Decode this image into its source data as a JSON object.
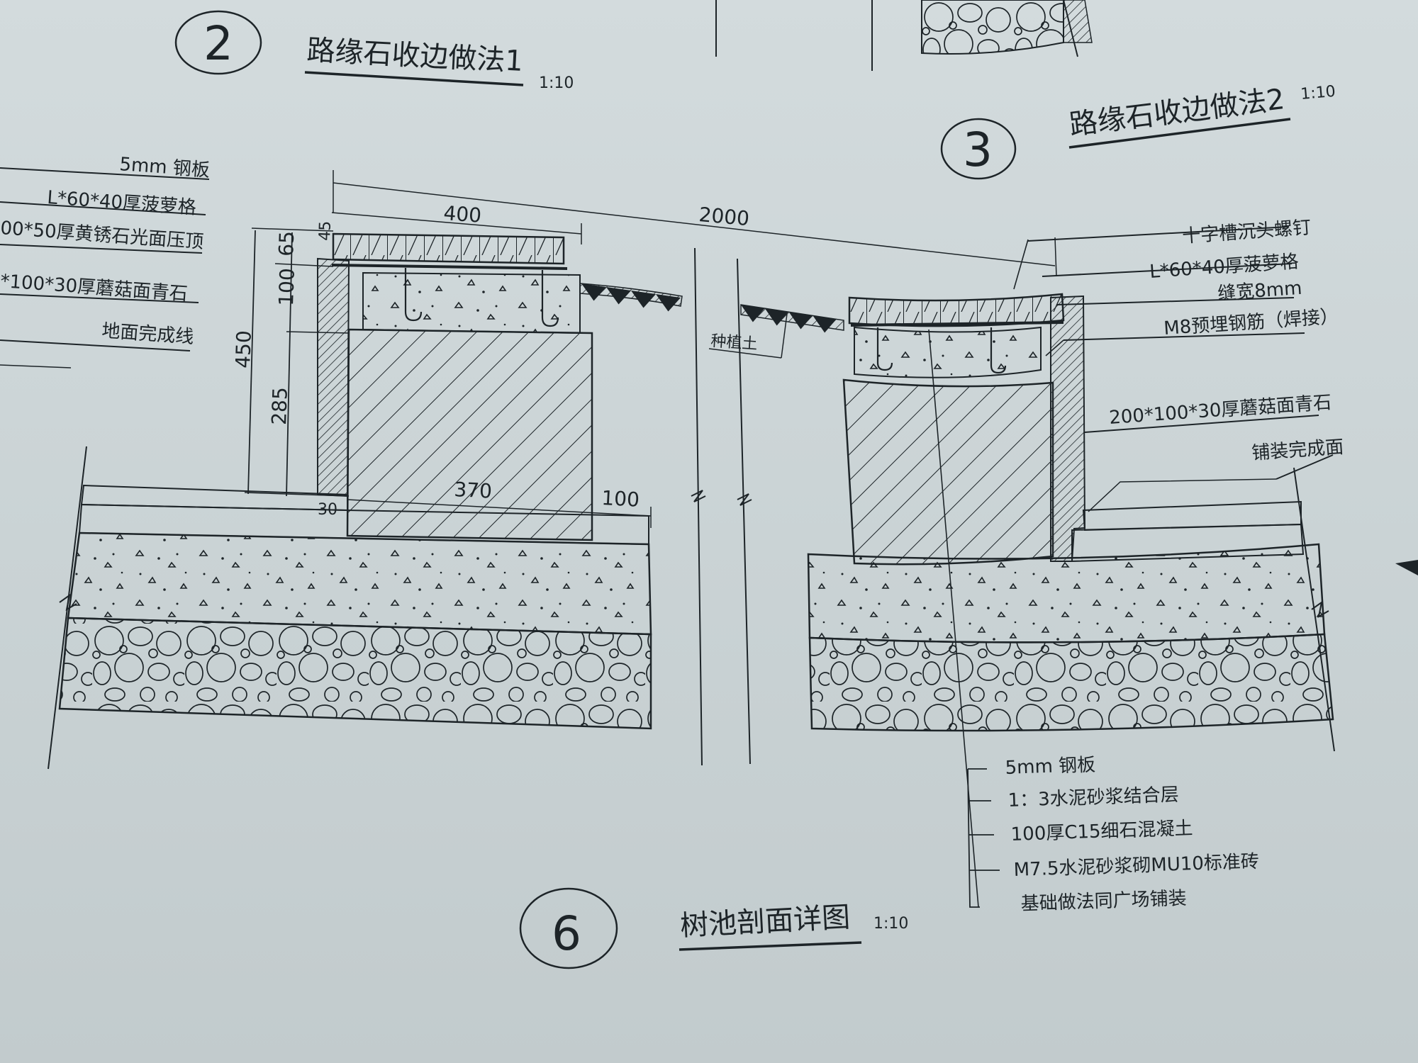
{
  "details": {
    "d2": {
      "number": "2",
      "title": "路缘石收边做法1",
      "scale": "1:10"
    },
    "d3": {
      "number": "3",
      "title": "路缘石收边做法2",
      "scale": "1:10"
    },
    "d6": {
      "number": "6",
      "title": "树池剖面详图",
      "scale": "1:10"
    }
  },
  "left_labels": [
    "5mm 钢板",
    "L*60*40厚菠萝格",
    "00*50厚黄锈石光面压顶",
    "*100*30厚蘑菇面青石",
    "地面完成线"
  ],
  "right_labels": [
    "十字槽沉头螺钉",
    "L*60*40厚菠萝格",
    "缝宽8mm",
    "M8预埋钢筋（焊接）",
    "200*100*30厚蘑菇面青石",
    "铺装完成面"
  ],
  "bottom_labels": [
    "5mm 钢板",
    "1：3水泥砂浆结合层",
    "100厚C15细石混凝土",
    "M7.5水泥砂浆砌MU10标准砖",
    "基础做法同广场铺装"
  ],
  "soil_label": "种植土",
  "dimensions": {
    "overall": "2000",
    "top_width": "400",
    "total_height": "450",
    "h1": "65",
    "h2": "100",
    "h3": "285",
    "base_width": "370",
    "offset": "100",
    "small": "30",
    "tiny": "45"
  }
}
